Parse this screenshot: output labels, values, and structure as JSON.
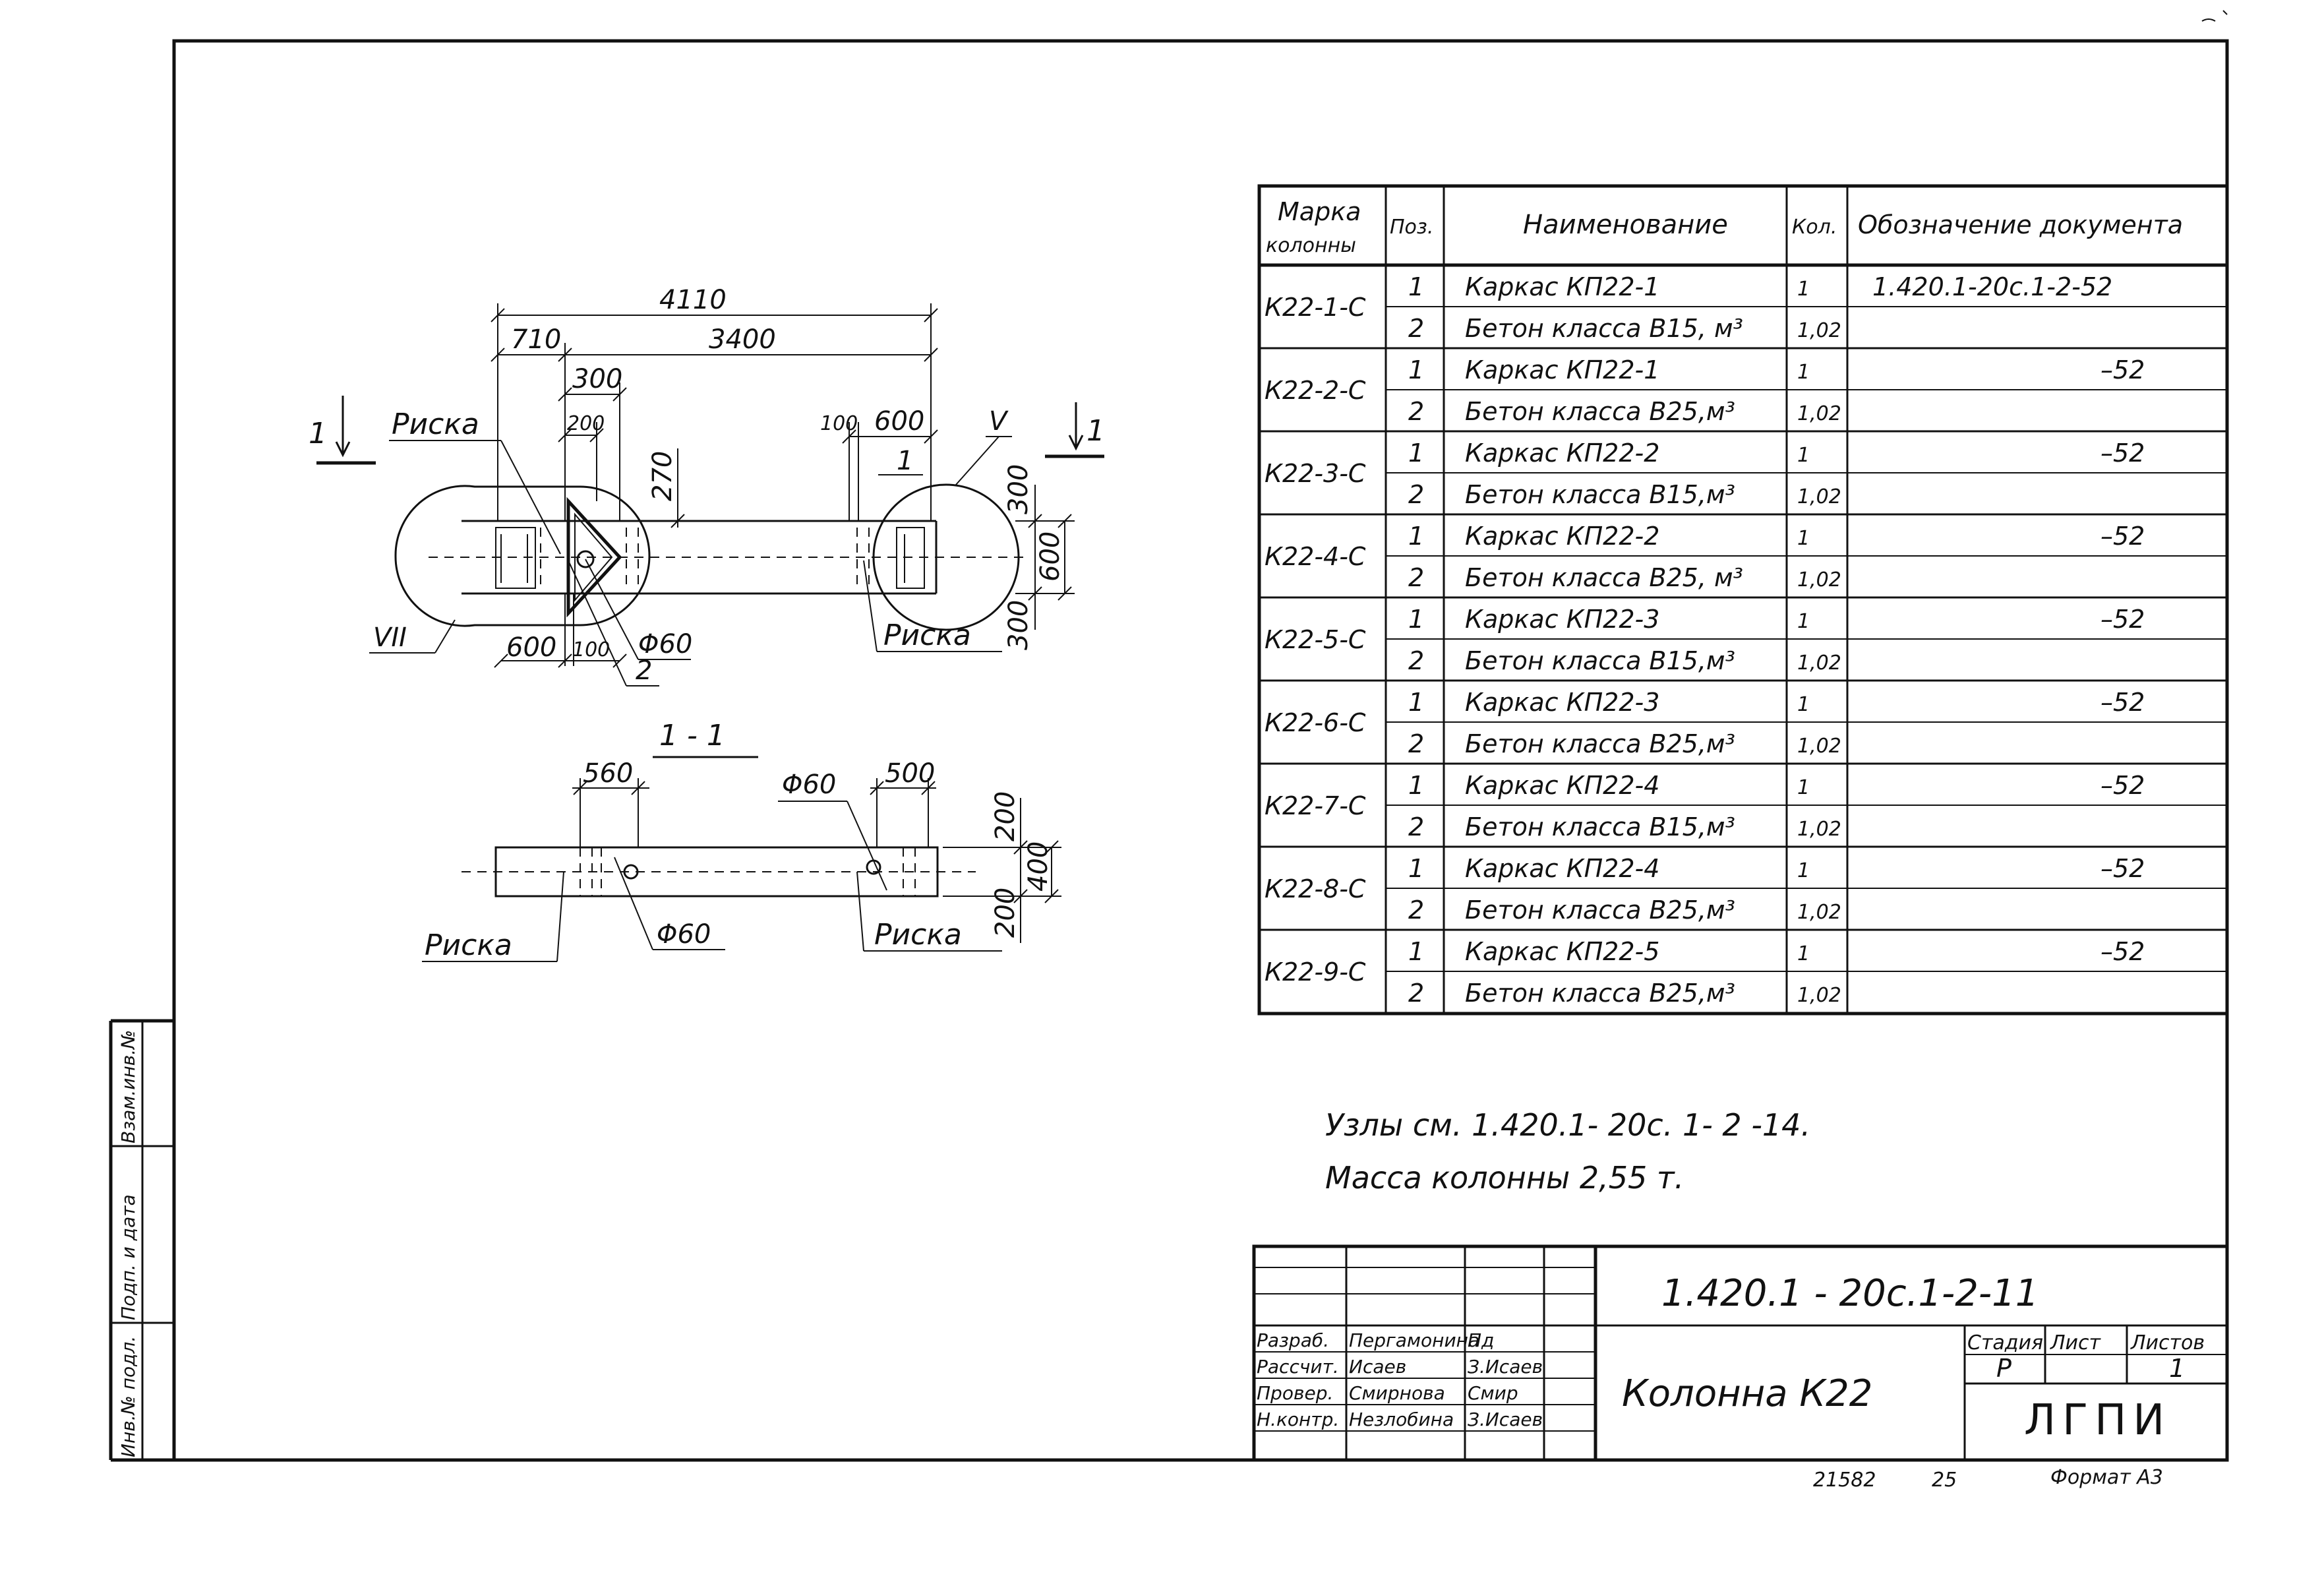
{
  "drawing": {
    "plan": {
      "dims": {
        "overall": "4110",
        "left": "710",
        "mid": "3400",
        "d300": "300",
        "d200": "200",
        "d270": "270",
        "d100a": "100",
        "d600a": "600",
        "d1": "1",
        "d300r": "300",
        "d600r": "600",
        "d300rb": "300",
        "d600b": "600",
        "d100b": "100",
        "d60": "Φ60",
        "d2": "2"
      },
      "labels": {
        "riska_left": "Риска",
        "riska_right": "Риска",
        "node_v": "V",
        "node_vii": "VII",
        "section_left": "1",
        "section_right": "1"
      }
    },
    "section": {
      "title": "1 - 1",
      "dims": {
        "d560": "560",
        "d500": "500",
        "phi_top": "Φ60",
        "phi_bottom": "Φ60",
        "d200a": "200",
        "d200b": "200",
        "d400": "400"
      },
      "labels": {
        "riska_left": "Риска",
        "riska_right": "Риска"
      }
    }
  },
  "spec_table": {
    "headers": {
      "mark_line1": "Марка",
      "mark_line2": "колонны",
      "pos": "Поз.",
      "name": "Наименование",
      "qty": "Кол.",
      "doc": "Обозначение документа"
    },
    "groups": [
      {
        "mark": "К22-1-С",
        "rows": [
          {
            "pos": "1",
            "name": "Каркас  КП22-1",
            "qty": "1",
            "doc": "1.420.1-20с.1-2-52"
          },
          {
            "pos": "2",
            "name": "Бетон класса В15, м³",
            "qty": "1,02",
            "doc": ""
          }
        ]
      },
      {
        "mark": "К22-2-С",
        "rows": [
          {
            "pos": "1",
            "name": "Каркас КП22-1",
            "qty": "1",
            "doc": "–52"
          },
          {
            "pos": "2",
            "name": "Бетон класса В25,м³",
            "qty": "1,02",
            "doc": ""
          }
        ]
      },
      {
        "mark": "К22-3-С",
        "rows": [
          {
            "pos": "1",
            "name": "Каркас  КП22-2",
            "qty": "1",
            "doc": "–52"
          },
          {
            "pos": "2",
            "name": "Бетон  класса В15,м³",
            "qty": "1,02",
            "doc": ""
          }
        ]
      },
      {
        "mark": "К22-4-С",
        "rows": [
          {
            "pos": "1",
            "name": "Каркас  КП22-2",
            "qty": "1",
            "doc": "–52"
          },
          {
            "pos": "2",
            "name": "Бетон  класса В25, м³",
            "qty": "1,02",
            "doc": ""
          }
        ]
      },
      {
        "mark": "К22-5-С",
        "rows": [
          {
            "pos": "1",
            "name": "Каркас  КП22-3",
            "qty": "1",
            "doc": "–52"
          },
          {
            "pos": "2",
            "name": "Бетон  класса В15,м³",
            "qty": "1,02",
            "doc": ""
          }
        ]
      },
      {
        "mark": "К22-6-С",
        "rows": [
          {
            "pos": "1",
            "name": "Каркас  КП22-3",
            "qty": "1",
            "doc": "–52"
          },
          {
            "pos": "2",
            "name": "Бетон  класса В25,м³",
            "qty": "1,02",
            "doc": ""
          }
        ]
      },
      {
        "mark": "К22-7-С",
        "rows": [
          {
            "pos": "1",
            "name": "Каркас  КП22-4",
            "qty": "1",
            "doc": "–52"
          },
          {
            "pos": "2",
            "name": "Бетон  класса В15,м³",
            "qty": "1,02",
            "doc": ""
          }
        ]
      },
      {
        "mark": "К22-8-С",
        "rows": [
          {
            "pos": "1",
            "name": "Каркас  КП22-4",
            "qty": "1",
            "doc": "–52"
          },
          {
            "pos": "2",
            "name": "Бетон  класса В25,м³",
            "qty": "1,02",
            "doc": ""
          }
        ]
      },
      {
        "mark": "К22-9-С",
        "rows": [
          {
            "pos": "1",
            "name": "Каркас  КП22-5",
            "qty": "1",
            "doc": "–52"
          },
          {
            "pos": "2",
            "name": "Бетон  класса В25,м³",
            "qty": "1,02",
            "doc": ""
          }
        ]
      }
    ]
  },
  "notes": {
    "line1": "Узлы  см.  1.420.1- 20с.  1- 2 -14.",
    "line2": "Масса  колонны  2,55 т."
  },
  "title_block": {
    "code": "1.420.1 - 20с.1-2-11",
    "title": "Колонна  К22",
    "roles": [
      {
        "role": "Разраб.",
        "name": "Пергамонина",
        "sign": "Пд"
      },
      {
        "role": "Рассчит.",
        "name": "Исаев",
        "sign": "З.Исаев"
      },
      {
        "role": "Провер.",
        "name": "Смирнова",
        "sign": "Смир"
      },
      {
        "role": "Н.контр.",
        "name": "Незлобина",
        "sign": "З.Исаев"
      }
    ],
    "stage_label": "Стадия",
    "sheet_label": "Лист",
    "sheets_label": "Листов",
    "stage": "Р",
    "sheets": "1",
    "org": "ЛГПИ",
    "format": "Формат А3",
    "footer_num": "21582",
    "footer_25": "25"
  },
  "side_stamp": {
    "cell1": "Взам.инв.№",
    "cell2": "Подп. и дата",
    "cell3": "Инв.№ подл."
  }
}
